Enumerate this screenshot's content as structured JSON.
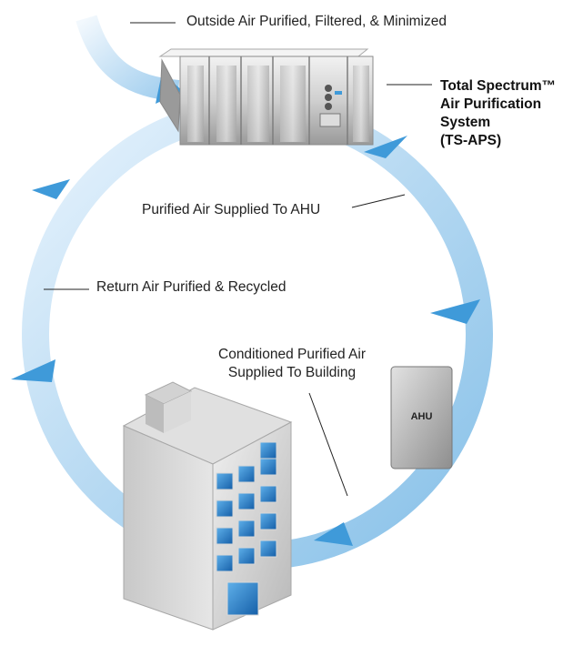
{
  "labels": {
    "outside_air": "Outside Air Purified, Filtered, & Minimized",
    "system_name": [
      "Total Spectrum™",
      "Air Purification",
      "System",
      "(TS-APS)"
    ],
    "purified_to_ahu": "Purified Air Supplied To AHU",
    "return_air": "Return Air Purified & Recycled",
    "conditioned_air": [
      "Conditioned Purified Air",
      "Supplied To Building"
    ],
    "ahu_unit": "AHU"
  },
  "colors": {
    "ring_light": "#eaf4fc",
    "ring_mid": "#b8dbf3",
    "ring_dark": "#7fbbe6",
    "arrow_blue": "#3f9ad9",
    "leader_line": "#222222",
    "metal_light": "#e6e6e6",
    "metal_dark": "#8f8f8f",
    "window_blue": "#1f77c7"
  }
}
